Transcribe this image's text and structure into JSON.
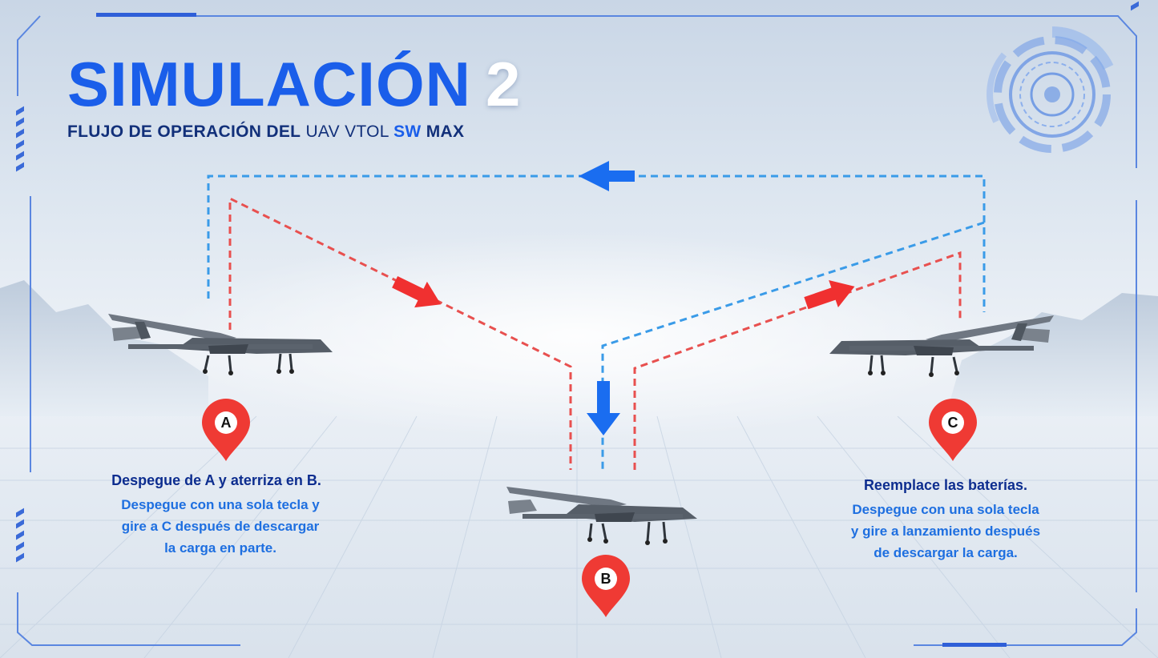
{
  "title": {
    "main": "SIMULACIÓN",
    "number": "2"
  },
  "subtitle": {
    "part1": "FLUJO DE OPERACIÓN DEL",
    "part2": "UAV VTOL",
    "part3": "SW",
    "part4": "MAX"
  },
  "points": {
    "a": {
      "letter": "A",
      "color": "#ef3a34"
    },
    "b": {
      "letter": "B",
      "color": "#ef3a34"
    },
    "c": {
      "letter": "C",
      "color": "#ef3a34"
    }
  },
  "captions": {
    "a": {
      "heading": "Despegue de A y aterriza en B.",
      "lines": [
        "Despegue con una sola tecla y",
        "gire a C después de descargar",
        "la carga en parte."
      ]
    },
    "c": {
      "heading": "Reemplace las baterías.",
      "lines": [
        "Despegue con una sola tecla",
        "y gire a lanzamiento después",
        "de descargar la carga."
      ]
    }
  },
  "colors": {
    "title_blue": "#1a5eea",
    "navy": "#0d2d8f",
    "caption_blue": "#1e6fe0",
    "path_blue": "#3a9be8",
    "path_red": "#e8504f",
    "arrow_blue": "#1a6df0",
    "arrow_red": "#f03030",
    "frame": "#5a86e0"
  },
  "icons": {
    "route_arrow": "arrow-icon",
    "location_pin": "map-pin-icon",
    "drone": "drone-icon",
    "radar": "radar-hud-icon"
  }
}
